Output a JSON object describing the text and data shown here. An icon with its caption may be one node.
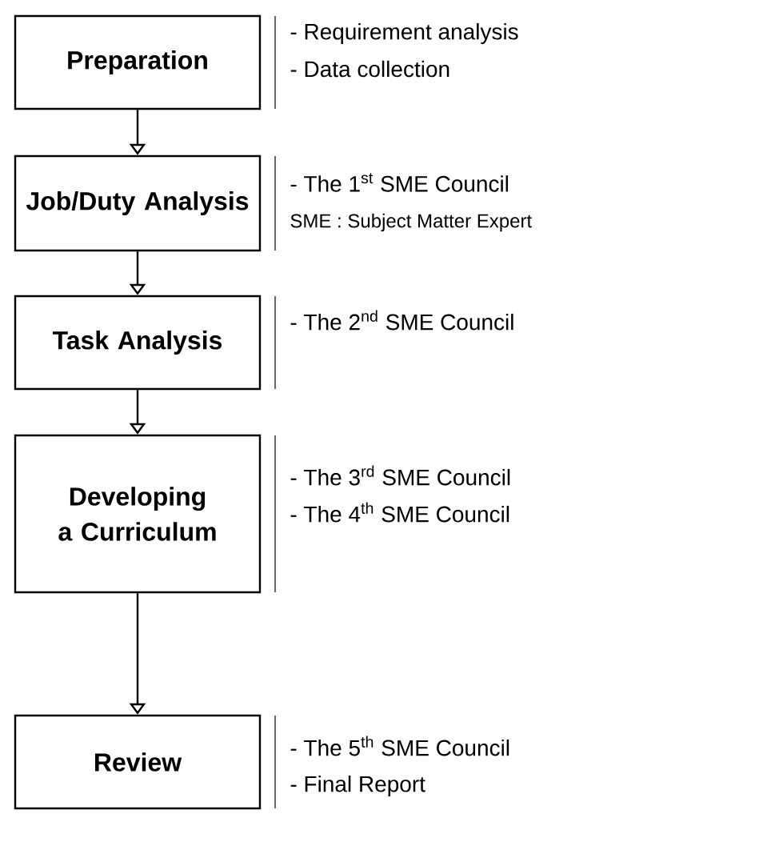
{
  "diagram": {
    "nodes": [
      {
        "text": [
          "Preparation"
        ],
        "beside": [
          "- Requirement analysis",
          "- Data collection"
        ]
      },
      {
        "text": [
          "Job/Duty Analysis"
        ],
        "beside": [
          "- The 1$^{st}$ SME Council",
          "SME : Subject Matter Expert"
        ]
      },
      {
        "text": [
          "Task Analysis"
        ],
        "beside": [
          "- The 2$^{nd}$ SME Council"
        ]
      },
      {
        "text": [
          "Developing a Curriculum"
        ],
        "beside": [
          "- The 3$^{rd}$ SME Council",
          "- The 4$^{th}$ SME Council"
        ]
      },
      {
        "text": [
          "Review"
        ],
        "beside": [
          "- The 5$^{th}$ SME Council",
          "- Final Report"
        ]
      }
    ],
    "edges": [
      {
        "from": 0,
        "to": 1,
        "arrow": "to"
      },
      {
        "from": 1,
        "to": 2,
        "arrow": "to"
      },
      {
        "from": 2,
        "to": 3,
        "arrow": "to"
      },
      {
        "from": 3,
        "to": 4,
        "arrow": "to"
      }
    ]
  }
}
